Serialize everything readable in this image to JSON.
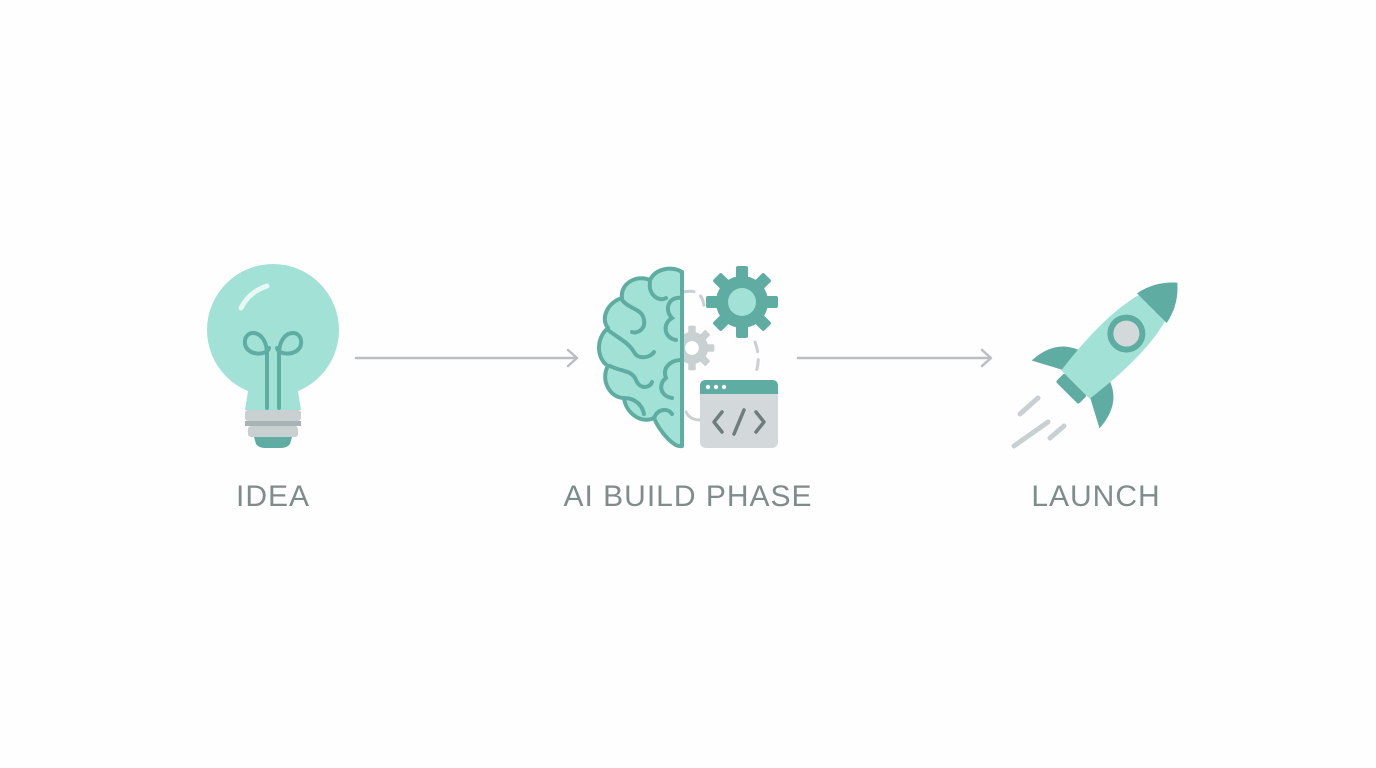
{
  "steps": [
    {
      "label": "IDEA",
      "icon": "lightbulb-icon"
    },
    {
      "label": "AI BUILD PHASE",
      "icon": "brain-gears-code-icon"
    },
    {
      "label": "LAUNCH",
      "icon": "rocket-icon"
    }
  ],
  "colors": {
    "mint": "#a2e1d5",
    "teal": "#5fada2",
    "gray": "#c9d0d2",
    "label": "#7e8c8a",
    "arrow": "#b9bec2"
  }
}
